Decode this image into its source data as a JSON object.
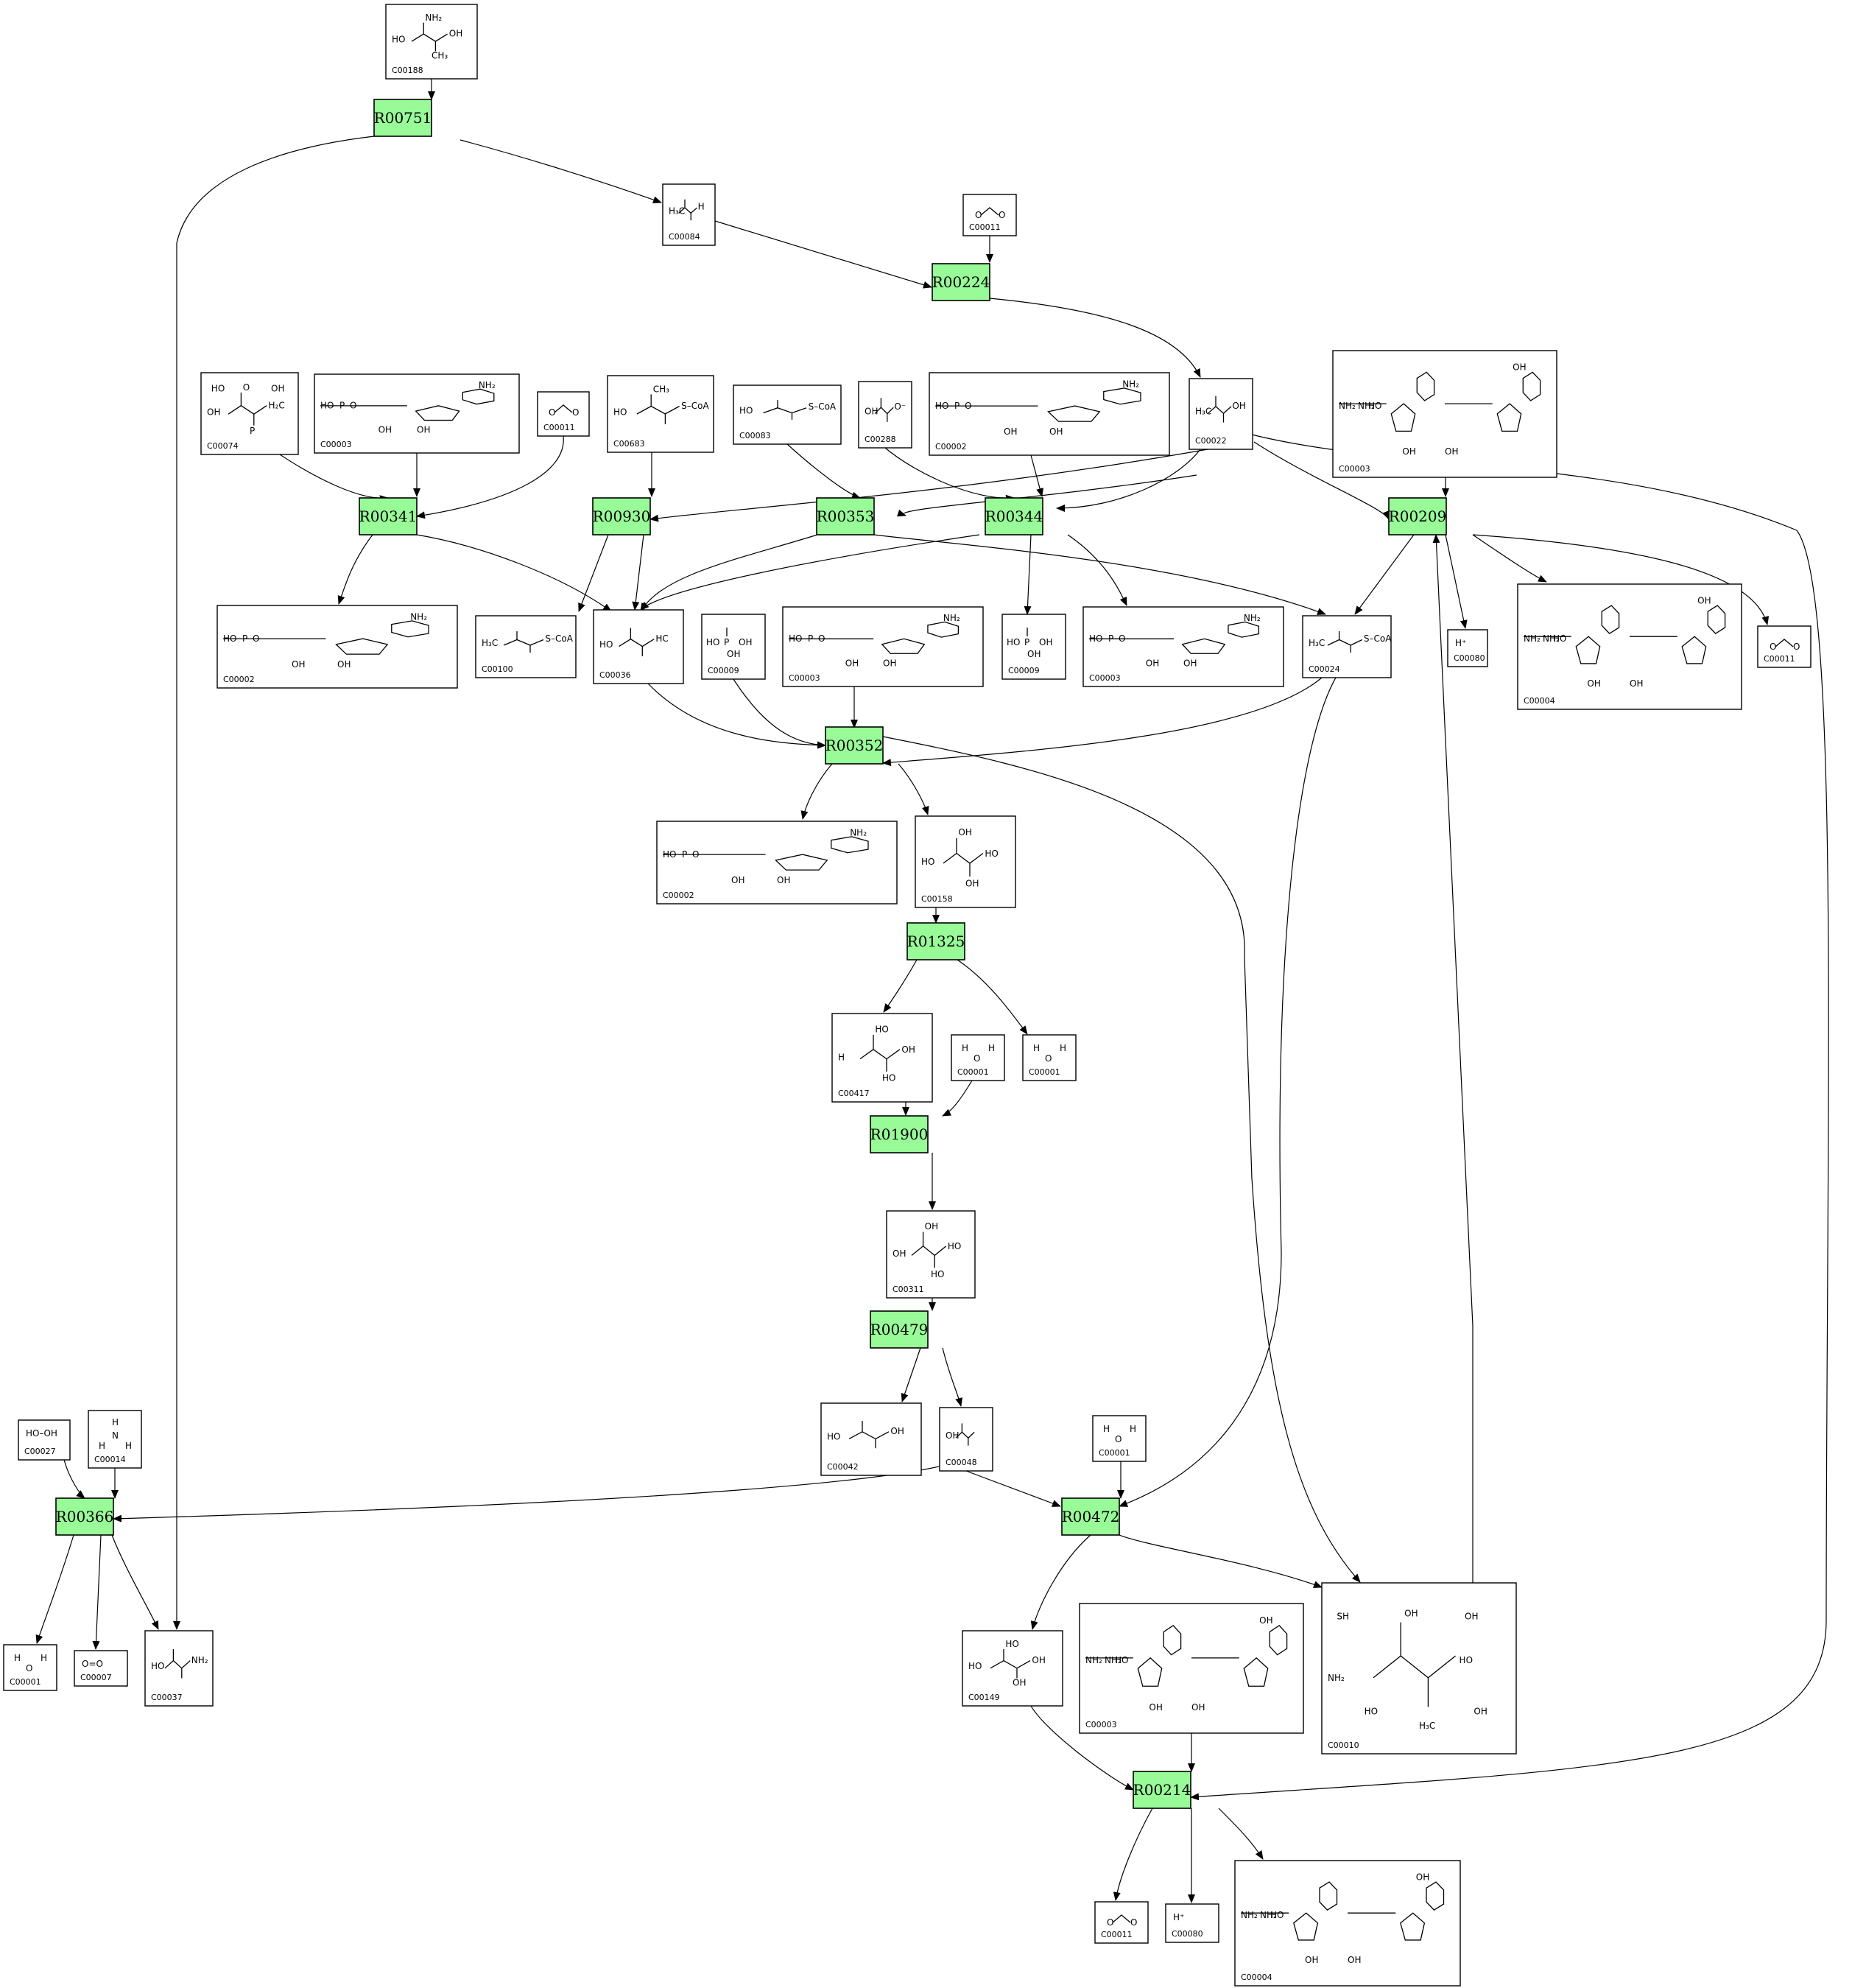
{
  "reactions": [
    {
      "id": "R00751",
      "label": "R00751"
    },
    {
      "id": "R00224",
      "label": "R00224"
    },
    {
      "id": "R00341",
      "label": "R00341"
    },
    {
      "id": "R00930",
      "label": "R00930"
    },
    {
      "id": "R00353",
      "label": "R00353"
    },
    {
      "id": "R00344",
      "label": "R00344"
    },
    {
      "id": "R00209",
      "label": "R00209"
    },
    {
      "id": "R00352",
      "label": "R00352"
    },
    {
      "id": "R01325",
      "label": "R01325"
    },
    {
      "id": "R01900",
      "label": "R01900"
    },
    {
      "id": "R00479",
      "label": "R00479"
    },
    {
      "id": "R00366",
      "label": "R00366"
    },
    {
      "id": "R00472",
      "label": "R00472"
    },
    {
      "id": "R00214",
      "label": "R00214"
    }
  ],
  "compounds": [
    {
      "key": "c188",
      "label": "C00188",
      "mol": "amino"
    },
    {
      "key": "c084",
      "label": "C00084",
      "mol": "small"
    },
    {
      "key": "c011a",
      "label": "C00011",
      "mol": "co2"
    },
    {
      "key": "c074",
      "label": "C00074",
      "mol": "small"
    },
    {
      "key": "c003a",
      "label": "C00003",
      "mol": "nucleotide"
    },
    {
      "key": "c011b",
      "label": "C00011",
      "mol": "co2"
    },
    {
      "key": "c683",
      "label": "C00683",
      "mol": "coa"
    },
    {
      "key": "c083",
      "label": "C00083",
      "mol": "coa"
    },
    {
      "key": "c288",
      "label": "C00288",
      "mol": "small"
    },
    {
      "key": "c002a",
      "label": "C00002",
      "mol": "nucleotide"
    },
    {
      "key": "c022",
      "label": "C00022",
      "mol": "small"
    },
    {
      "key": "c003b",
      "label": "C00003",
      "mol": "nad"
    },
    {
      "key": "c002b",
      "label": "C00002",
      "mol": "nucleotide"
    },
    {
      "key": "c100",
      "label": "C00100",
      "mol": "coa"
    },
    {
      "key": "c036",
      "label": "C00036",
      "mol": "acid"
    },
    {
      "key": "c009a",
      "label": "C00009",
      "mol": "phos"
    },
    {
      "key": "c003c",
      "label": "C00003",
      "mol": "nucleotide"
    },
    {
      "key": "c009b",
      "label": "C00009",
      "mol": "phos"
    },
    {
      "key": "c003d",
      "label": "C00003",
      "mol": "nucleotide"
    },
    {
      "key": "c024",
      "label": "C00024",
      "mol": "coa"
    },
    {
      "key": "c080a",
      "label": "C00080",
      "mol": "proton"
    },
    {
      "key": "c004a",
      "label": "C00004",
      "mol": "nad"
    },
    {
      "key": "c011c",
      "label": "C00011",
      "mol": "co2"
    },
    {
      "key": "c002c",
      "label": "C00002",
      "mol": "nucleotide"
    },
    {
      "key": "c158",
      "label": "C00158",
      "mol": "acid"
    },
    {
      "key": "c417",
      "label": "C00417",
      "mol": "acid"
    },
    {
      "key": "c001a",
      "label": "C00001",
      "mol": "water"
    },
    {
      "key": "c001b",
      "label": "C00001",
      "mol": "water"
    },
    {
      "key": "c311",
      "label": "C00311",
      "mol": "acid"
    },
    {
      "key": "c042",
      "label": "C00042",
      "mol": "acid"
    },
    {
      "key": "c048",
      "label": "C00048",
      "mol": "small"
    },
    {
      "key": "c027",
      "label": "C00027",
      "mol": "text"
    },
    {
      "key": "c014",
      "label": "C00014",
      "mol": "ammonia"
    },
    {
      "key": "c001c",
      "label": "C00001",
      "mol": "water"
    },
    {
      "key": "c001d",
      "label": "C00001",
      "mol": "water"
    },
    {
      "key": "c007",
      "label": "C00007",
      "mol": "text"
    },
    {
      "key": "c037",
      "label": "C00037",
      "mol": "amino"
    },
    {
      "key": "c149",
      "label": "C00149",
      "mol": "acid"
    },
    {
      "key": "c003e",
      "label": "C00003",
      "mol": "nad"
    },
    {
      "key": "c010",
      "label": "C00010",
      "mol": "coa-full"
    },
    {
      "key": "c011d",
      "label": "C00011",
      "mol": "co2"
    },
    {
      "key": "c080b",
      "label": "C00080",
      "mol": "proton"
    },
    {
      "key": "c004b",
      "label": "C00004",
      "mol": "nad"
    }
  ],
  "formula_text": {
    "c188": [
      "HO",
      "OH",
      "NH₂",
      "CH₃"
    ],
    "c084": [
      "H₃C",
      "H"
    ],
    "c074": [
      "OH",
      "H₂C",
      "O",
      "P",
      "OH",
      "HO"
    ],
    "c683": [
      "HO",
      "S–CoA",
      "CH₃"
    ],
    "c083": [
      "HO",
      "S–CoA"
    ],
    "c288": [
      "OH",
      "O⁻"
    ],
    "c022": [
      "H₃C",
      "OH"
    ],
    "c100": [
      "H₃C",
      "S–CoA"
    ],
    "c036": [
      "HO",
      "HC"
    ],
    "c024": [
      "H₃C",
      "S–CoA"
    ],
    "c158": [
      "HO",
      "HO",
      "OH",
      "OH"
    ],
    "c417": [
      "H",
      "OH",
      "HO",
      "HO"
    ],
    "c311": [
      "OH",
      "HO",
      "OH",
      "HO"
    ],
    "c042": [
      "HO",
      "OH"
    ],
    "c048": [
      "OH"
    ],
    "c037": [
      "HO",
      "NH₂"
    ],
    "c149": [
      "HO",
      "OH",
      "HO",
      "OH"
    ],
    "c010": [
      "NH₂",
      "HO",
      "OH",
      "H₃C",
      "OH",
      "SH",
      "HO",
      "OH"
    ],
    "c027": [
      "HO–OH"
    ],
    "c007": [
      "O=O"
    ],
    "c014": [
      "H",
      "N",
      "H",
      "H"
    ],
    "proton": [
      "H⁺"
    ],
    "water": [
      "H",
      "O",
      "H"
    ],
    "phos": [
      "HO",
      "P",
      "OH",
      "OH"
    ],
    "nucleotide": [
      "HO",
      "P",
      "O",
      "NH₂",
      "OH",
      "OH"
    ],
    "nad": [
      "NH₂",
      "NH₂",
      "HO",
      "OH",
      "OH",
      "OH"
    ]
  }
}
